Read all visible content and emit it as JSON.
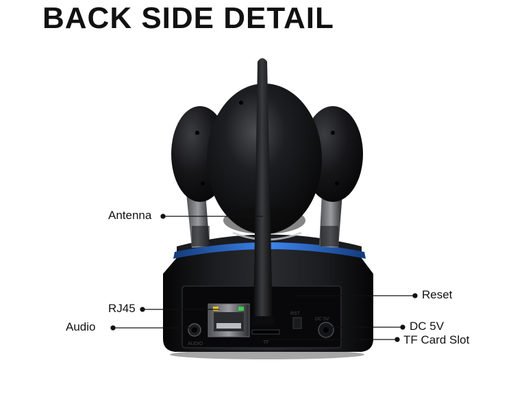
{
  "title": "BACK SIDE DETAIL",
  "callouts": {
    "antenna": "Antenna",
    "rj45": "RJ45",
    "audio": "Audio",
    "reset": "Reset",
    "dc": "DC 5V",
    "tf": "TF Card Slot"
  },
  "panel_marks": {
    "audio": "AUDIO",
    "tf": "TF",
    "rst": "RST",
    "dc": "DC 5V"
  },
  "colors": {
    "camera_body": "#0e0e10",
    "accent_ring": "#2f6fd6",
    "port_metal": "#b9bcc2",
    "led_yellow": "#e8c61f",
    "led_green": "#3ccf4a"
  }
}
